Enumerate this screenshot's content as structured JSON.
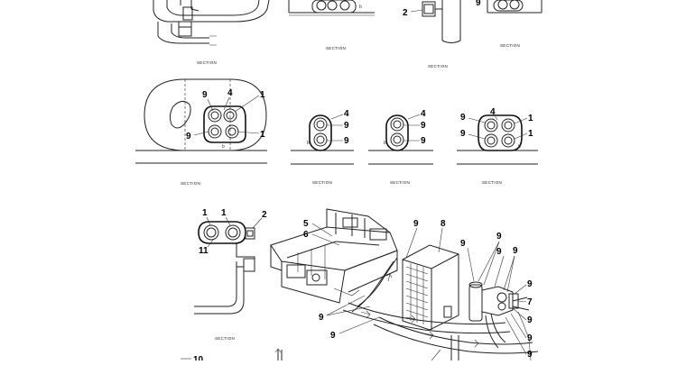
{
  "labels": {
    "section": "SECTION",
    "mark_a": "a",
    "mark_b": "b",
    "mark_arrow": "↑↑"
  },
  "callouts": {
    "n1": "1",
    "n2": "2",
    "n4": "4",
    "n5": "5",
    "n6": "6",
    "n7": "7",
    "n8": "8",
    "n9": "9",
    "n10": "10",
    "n11": "11"
  }
}
